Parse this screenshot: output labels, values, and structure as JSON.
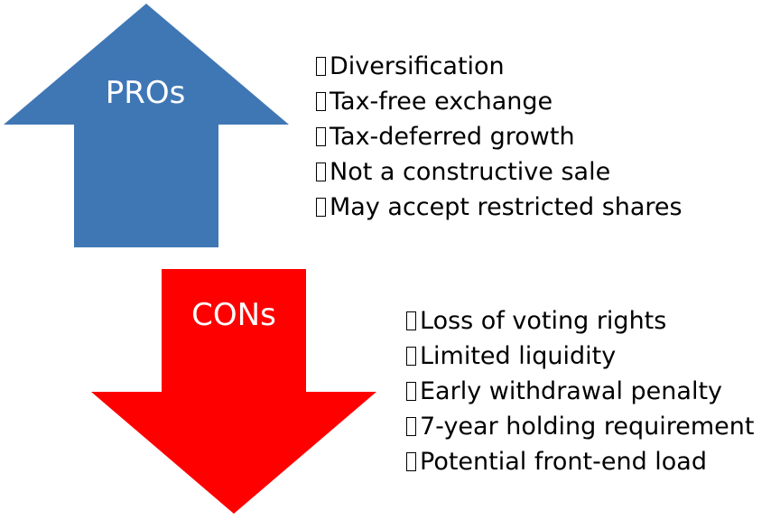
{
  "pros": {
    "label": "PROs",
    "color": "#3f77b5",
    "items": [
      "Diversification",
      "Tax-free exchange",
      "Tax-deferred growth",
      "Not a constructive sale",
      "May accept restricted shares"
    ]
  },
  "cons": {
    "label": "CONs",
    "color": "#ff0000",
    "items": [
      "Loss of voting rights",
      "Limited liquidity",
      "Early withdrawal penalty",
      "7-year holding requirement",
      "Potential front-end load"
    ]
  }
}
